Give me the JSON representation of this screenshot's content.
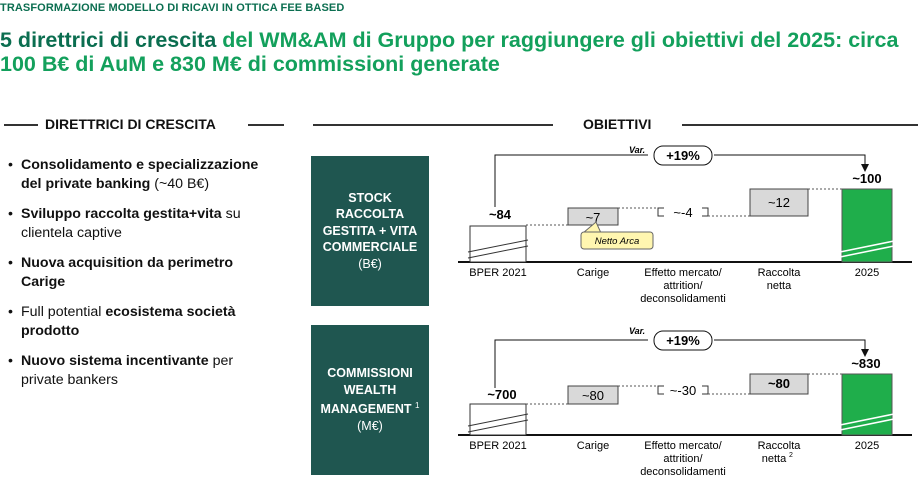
{
  "header": {
    "eyebrow": "TRASFORMAZIONE MODELLO DI RICAVI IN OTTICA FEE BASED",
    "headline_strong": "5 direttrici di crescita",
    "headline_rest": " del WM&AM di Gruppo per raggiungere gli obiettivi del 2025: circa 100 B€ di AuM e 830 M€ di commissioni generate"
  },
  "left": {
    "title": "DIRETTRICI DI CRESCITA",
    "bullets": [
      {
        "bold": "Consolidamento e specializzazione del private banking",
        "normal": " (~40 B€)"
      },
      {
        "bold": "Sviluppo raccolta gestita+vita",
        "normal": " su clientela captive"
      },
      {
        "bold": "Nuova acquisition da perimetro Carige",
        "normal": ""
      },
      {
        "pre": "Full potential ",
        "bold": "ecosistema società prodotto",
        "normal": ""
      },
      {
        "bold": "Nuovo sistema incentivante",
        "normal": " per private bankers"
      }
    ]
  },
  "right": {
    "title": "OBIETTIVI",
    "var_label": "Var.",
    "categories": [
      "BPER 2021",
      "Carige",
      "Effetto mercato/",
      "attrition/",
      "deconsolidamenti",
      "Raccolta",
      "netta",
      "2025"
    ],
    "chart1": {
      "box_lines": [
        "STOCK",
        "RACCOLTA",
        "GESTITA + VITA",
        "COMMERCIALE"
      ],
      "unit": "(B€)",
      "growth": "+19%",
      "start_label": "~84",
      "carige_label": "~7",
      "market_label": "~-4",
      "inflow_label": "~12",
      "end_label": "~100",
      "callout": "Netto Arca",
      "values": [
        84,
        7,
        -4,
        12,
        100
      ]
    },
    "chart2": {
      "box_lines": [
        "COMMISSIONI",
        "WEALTH",
        "MANAGEMENT"
      ],
      "footnote": "1",
      "unit": "(M€)",
      "growth": "+19%",
      "start_label": "~700",
      "carige_label": "~80",
      "market_label": "~-30",
      "inflow_label": "~80",
      "end_label": "~830",
      "inflow_sup": "2",
      "values": [
        700,
        80,
        -30,
        80,
        830
      ]
    }
  },
  "colors": {
    "teal": "#1f5650",
    "green_dark": "#0b6e50",
    "green_bright": "#13a05c",
    "bar_green": "#1fae4b",
    "bar_grey": "#d9d9d9",
    "callout_yellow": "#fff6b0"
  }
}
